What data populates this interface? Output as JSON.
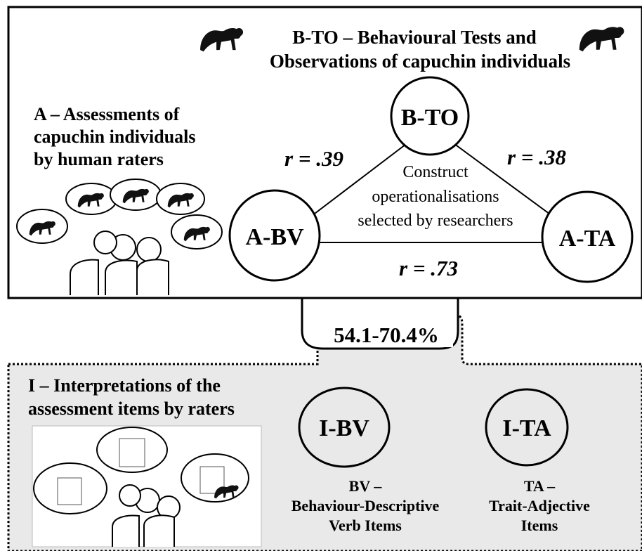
{
  "top_section": {
    "title_line1": "B-TO – Behavioural Tests and",
    "title_line2": "Observations of capuchin individuals",
    "a_label_line1": "A – Assessments of",
    "a_label_line2": "capuchin individuals",
    "a_label_line3": "by human raters"
  },
  "nodes": {
    "bto": "B-TO",
    "abv": "A-BV",
    "ata": "A-TA"
  },
  "correlations": {
    "bto_abv": "r = .39",
    "bto_ata": "r = .38",
    "abv_ata": "r = .73"
  },
  "center_text": {
    "line1": "Construct",
    "line2": "operationalisations",
    "line3": "selected by researchers"
  },
  "overlap": {
    "percentage": "54.1-70.4%"
  },
  "bottom_section": {
    "i_label_line1": "I – Interpretations of the",
    "i_label_line2": "assessment items by raters",
    "ibv": "I-BV",
    "ita": "I-TA",
    "bv_line1": "BV –",
    "bv_line2": "Behaviour-Descriptive",
    "bv_line3": "Verb Items",
    "ta_line1": "TA –",
    "ta_line2": "Trait-Adjective",
    "ta_line3": "Items"
  },
  "colors": {
    "bottom_fill": "#e8e8e8",
    "stroke": "#000000"
  }
}
